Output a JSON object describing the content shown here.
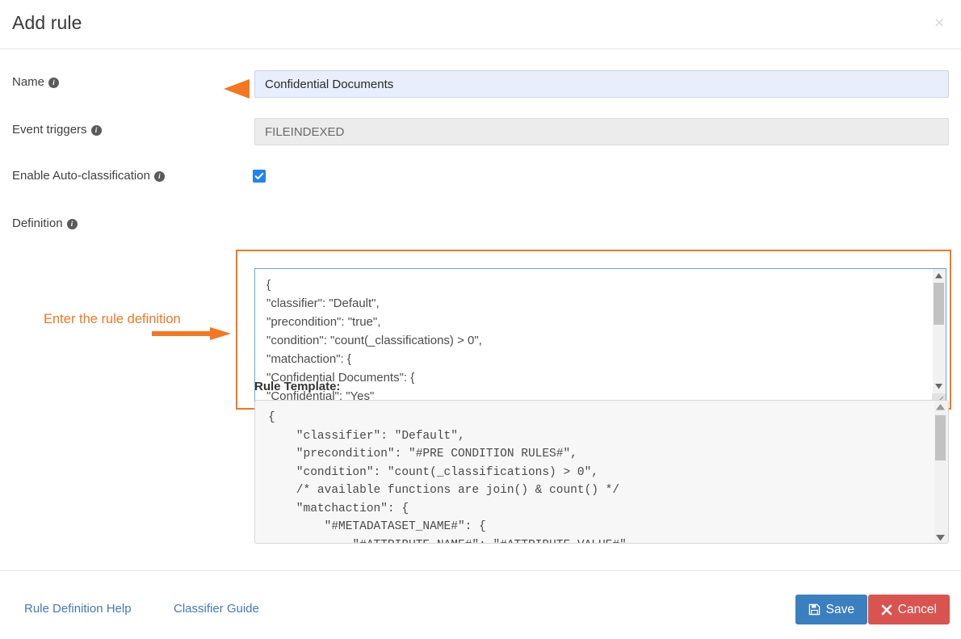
{
  "dialog": {
    "title": "Add rule",
    "close_label": "×"
  },
  "form": {
    "name": {
      "label": "Name",
      "value": "Confidential Documents",
      "info": "i"
    },
    "event_triggers": {
      "label": "Event triggers",
      "value": "FILEINDEXED",
      "info": "i"
    },
    "auto_classification": {
      "label": "Enable Auto-classification",
      "checked": true,
      "info": "i"
    },
    "definition": {
      "label": "Definition",
      "info": "i",
      "value": "{\n\"classifier\": \"Default\",\n\"precondition\": \"true\",\n\"condition\": \"count(_classifications) > 0\",\n\"matchaction\": {\n\"Confidential Documents\": {\n\"Confidential\": \"Yes\"\n}"
    }
  },
  "annotations": {
    "definition_note": "Enter the rule definition",
    "color": "#f4761f"
  },
  "rule_template": {
    "label": "Rule Template:",
    "value": "{\n    \"classifier\": \"Default\",\n    \"precondition\": \"#PRE CONDITION RULES#\",\n    \"condition\": \"count(_classifications) > 0\",\n    /* available functions are join() & count() */\n    \"matchaction\": {\n        \"#METADATASET_NAME#\": {\n            \"#ATTRIBUTE_NAME#\": \"#ATTRIBUTE_VALUE#\""
  },
  "footer": {
    "links": [
      {
        "label": "Rule Definition Help"
      },
      {
        "label": "Classifier Guide"
      }
    ],
    "save_label": "Save",
    "cancel_label": "Cancel",
    "save_color": "#3a7fc0",
    "cancel_color": "#d9534f"
  }
}
